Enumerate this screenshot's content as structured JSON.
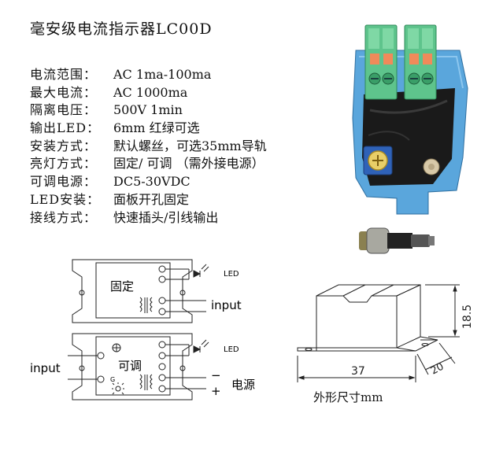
{
  "title": "毫安级电流指示器LC00D",
  "specs": [
    {
      "label": "电流范围：",
      "value": "AC 1ma-100ma"
    },
    {
      "label": "最大电流：",
      "value": "AC  1000ma"
    },
    {
      "label": "隔离电压：",
      "value": "500V 1min"
    },
    {
      "label": "输出LED：",
      "value": "6mm  红绿可选"
    },
    {
      "label": "安装方式：",
      "value": "默认螺丝，可选35mm导轨"
    },
    {
      "label": "亮灯方式：",
      "value": "固定/ 可调 （需外接电源）"
    },
    {
      "label": "可调电源：",
      "value": " DC5-30VDC"
    },
    {
      "label": "LED安装：",
      "value": "面板开孔固定"
    },
    {
      "label": "接线方式：",
      "value": "快速插头/引线输出"
    }
  ],
  "diagram_fixed": {
    "name": "固定",
    "led_label": "LED",
    "input_label": "input"
  },
  "diagram_adjustable": {
    "name": "可调",
    "led_label": "LED",
    "input_label": "input",
    "g_label": "G",
    "minus_label": "−",
    "plus_label": "+",
    "power_label": "电源"
  },
  "dimensions": {
    "width_label": "37",
    "height_label": "18.5",
    "depth_label": "20",
    "caption": "外形尺寸mm"
  },
  "colors": {
    "housing_blue": "#5aa6dc",
    "terminal_green": "#5ec48c",
    "terminal_orange": "#f08a5a",
    "pcb_black": "#1a1a1a",
    "pot_blue": "#2f62b8"
  }
}
